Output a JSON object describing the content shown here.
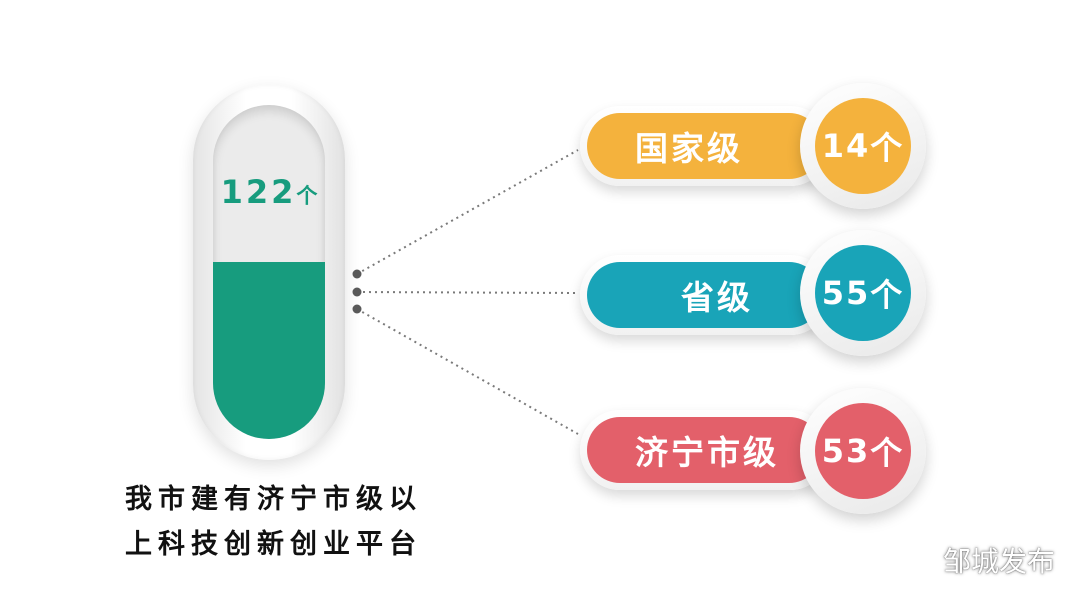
{
  "chart_data": {
    "type": "bar",
    "total": {
      "value": 122,
      "unit": "个"
    },
    "categories": [
      "国家级",
      "省级",
      "济宁市级"
    ],
    "values": [
      14,
      55,
      53
    ],
    "unit": "个",
    "colors": [
      "#f4b23d",
      "#19a4b8",
      "#e3606a"
    ],
    "fill_color": "#179c7e",
    "total_fill_fraction": 0.53
  },
  "caption": {
    "line1": "我市建有济宁市级以",
    "line2": "上科技创新创业平台"
  },
  "watermark": {
    "text": "邹城发布",
    "icon": "wechat-icon"
  }
}
